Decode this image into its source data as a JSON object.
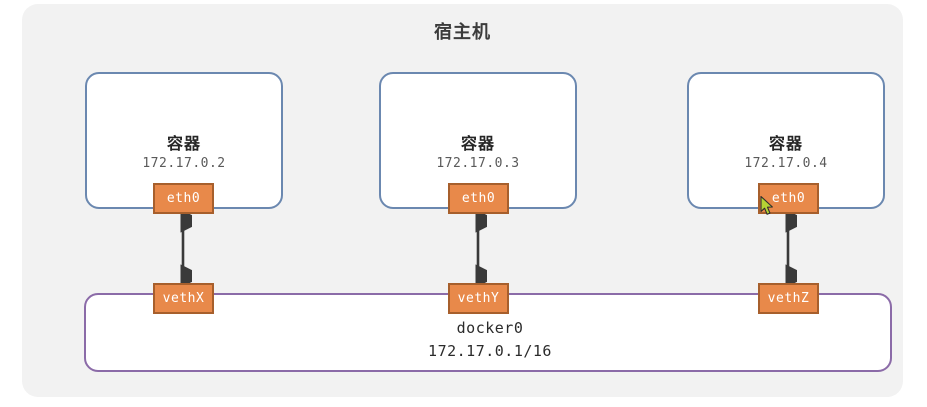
{
  "host": {
    "title": "宿主机"
  },
  "containers": [
    {
      "label": "容器",
      "ip": "172.17.0.2",
      "iface": "eth0",
      "veth": "vethX"
    },
    {
      "label": "容器",
      "ip": "172.17.0.3",
      "iface": "eth0",
      "veth": "vethY"
    },
    {
      "label": "容器",
      "ip": "172.17.0.4",
      "iface": "eth0",
      "veth": "vethZ"
    }
  ],
  "bridge": {
    "name": "docker0",
    "ip": "172.17.0.1/16"
  },
  "colors": {
    "panel_bg": "#f2f2f2",
    "container_border": "#6b88b0",
    "bridge_border": "#8b6ba8",
    "iface_fill": "#e8894a",
    "iface_border": "#a75f2c",
    "connector": "#3a3a3a",
    "cursor": "#b5d334"
  },
  "icons": {
    "cursor": "mouse-cursor-icon",
    "connector": "double-headed-arrow-icon"
  }
}
